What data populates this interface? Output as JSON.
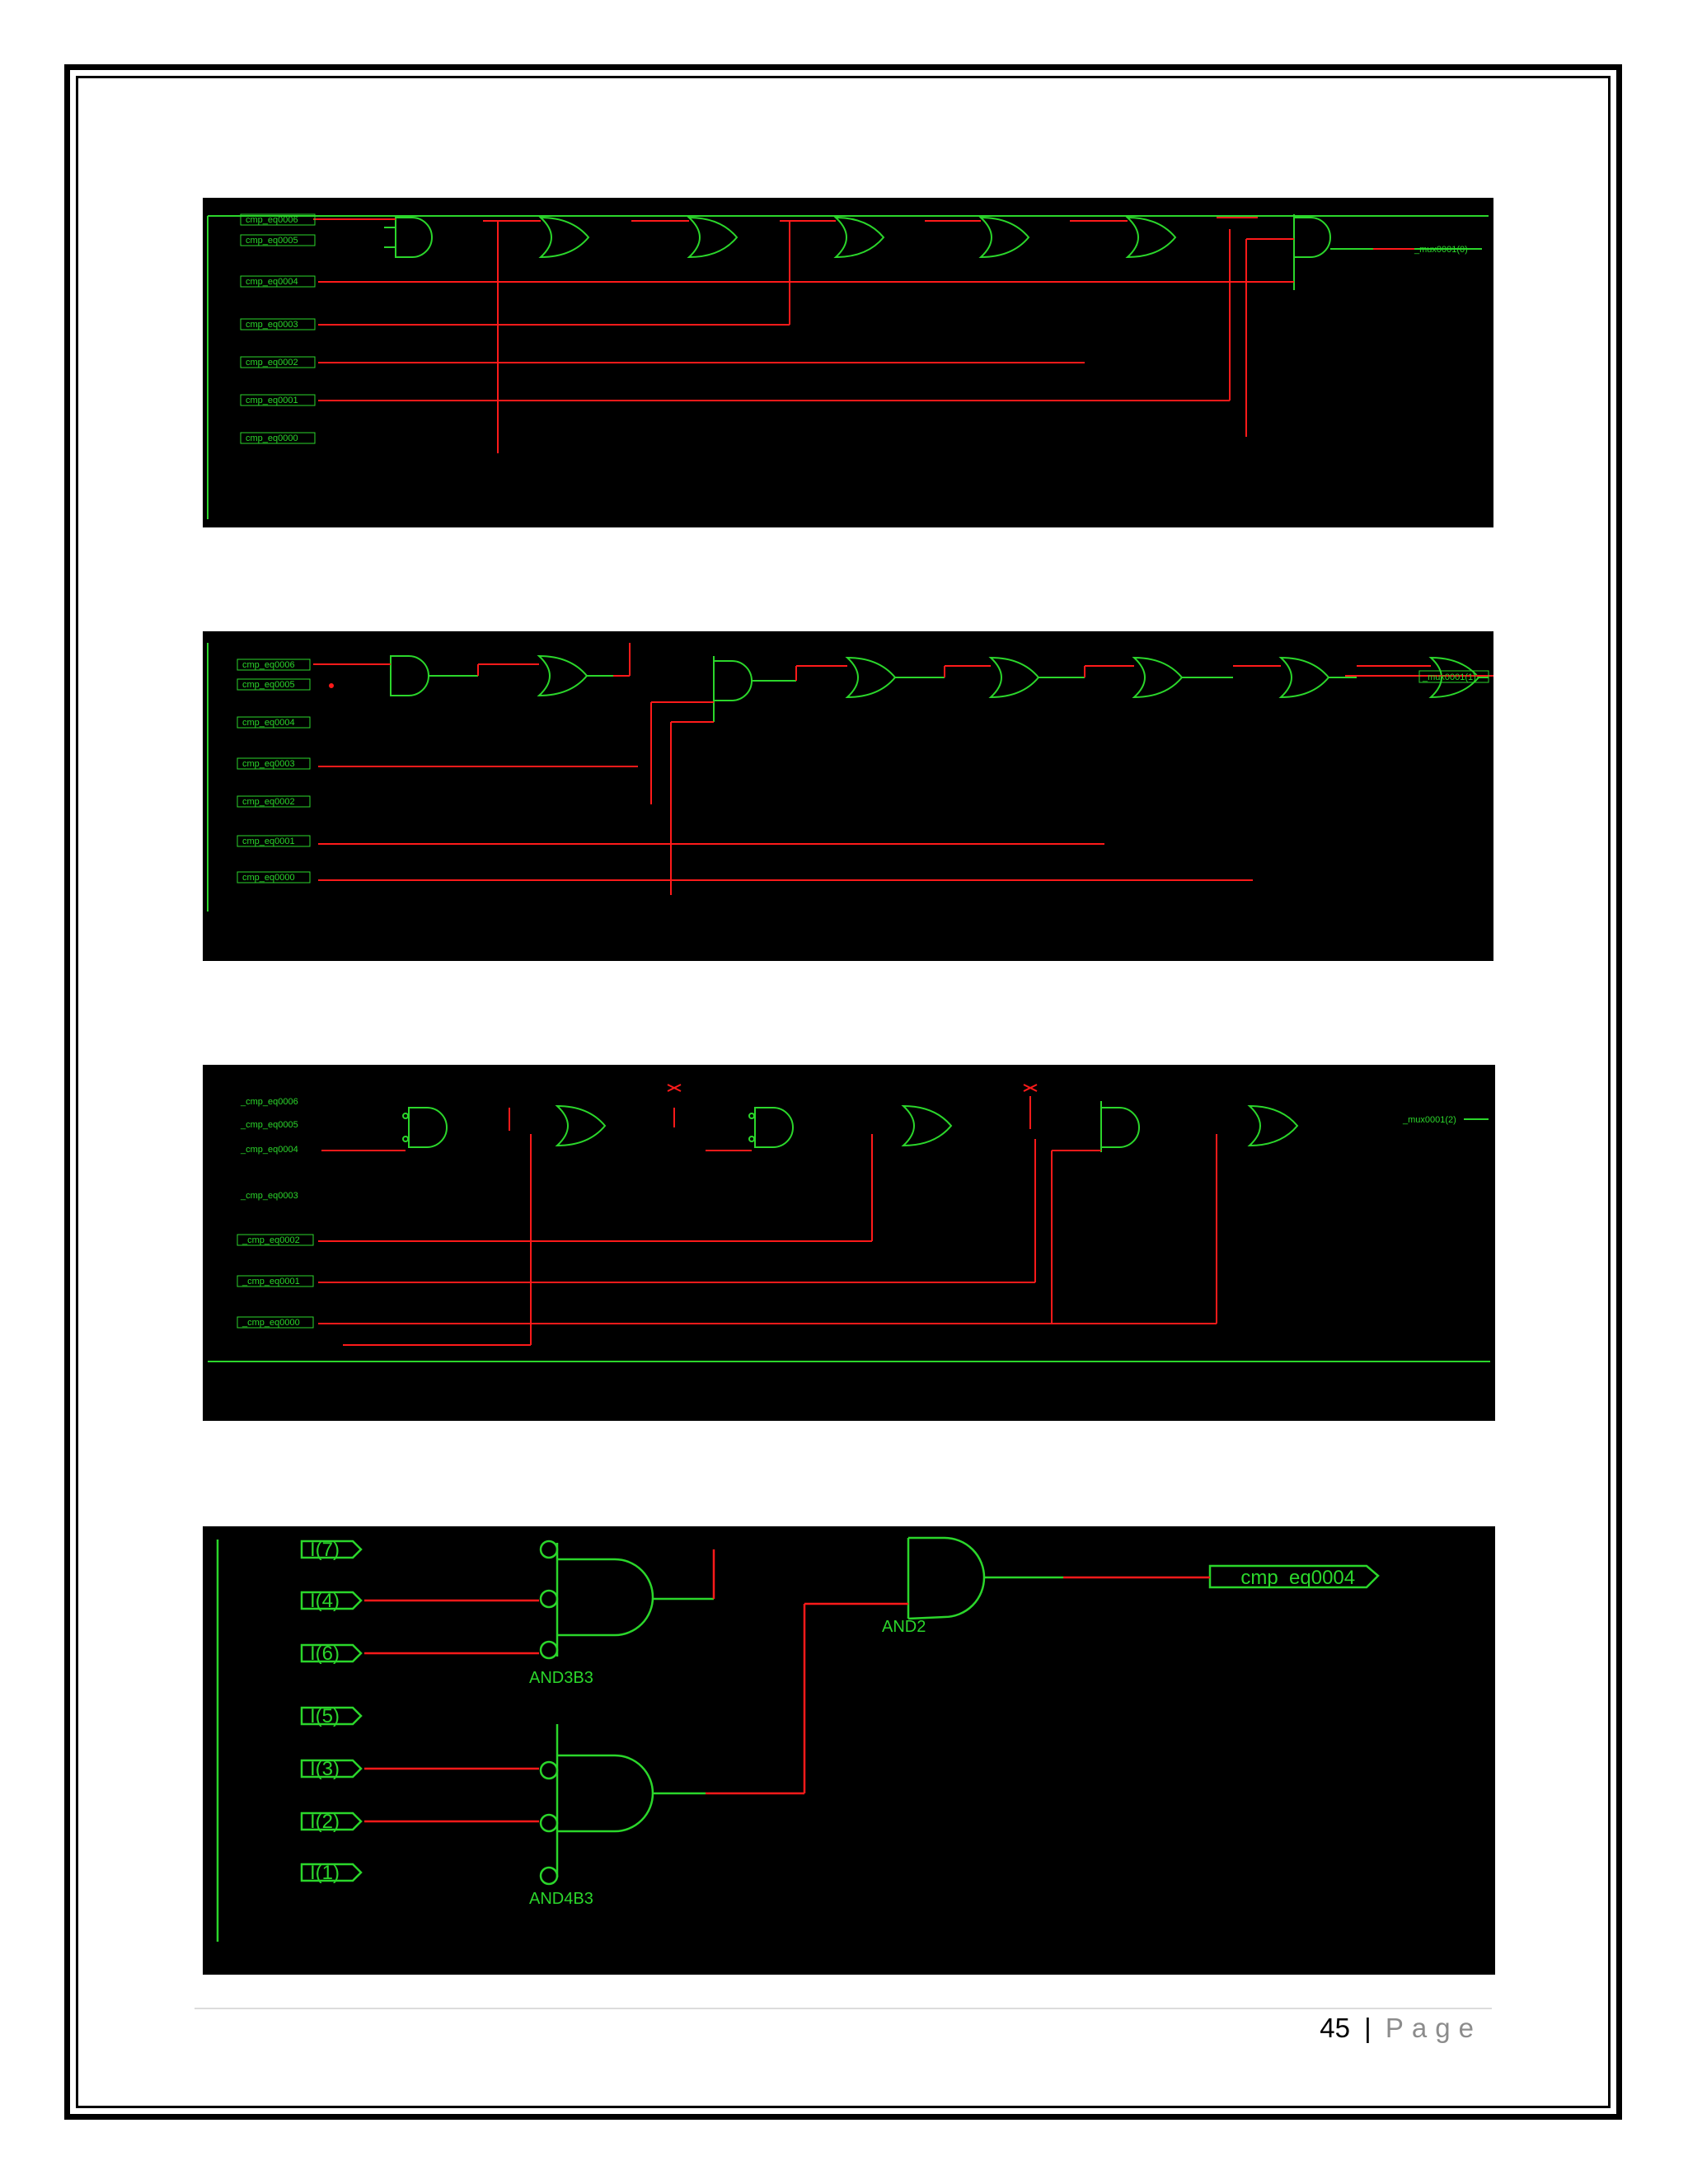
{
  "panel1": {
    "inputs": [
      "cmp_eq0006",
      "cmp_eq0005",
      "cmp_eq0004",
      "cmp_eq0003",
      "cmp_eq0002",
      "cmp_eq0001",
      "cmp_eq0000"
    ],
    "output": "_mux0001(0)"
  },
  "panel2": {
    "inputs": [
      "cmp_eq0006",
      "cmp_eq0005",
      "cmp_eq0004",
      "cmp_eq0003",
      "cmp_eq0002",
      "cmp_eq0001",
      "cmp_eq0000"
    ],
    "output": "_mux0001(1)"
  },
  "panel3": {
    "inputs": [
      "_cmp_eq0006",
      "_cmp_eq0005",
      "_cmp_eq0004",
      "_cmp_eq0003",
      "_cmp_eq0002",
      "_cmp_eq0001",
      "_cmp_eq0000"
    ],
    "output": "_mux0001(2)"
  },
  "panel4": {
    "inputs": [
      "I(7)",
      "I(4)",
      "I(6)",
      "I(5)",
      "I(3)",
      "I(2)",
      "I(1)"
    ],
    "gates": [
      "AND3B3",
      "AND4B3",
      "AND2"
    ],
    "output": "_cmp_eq0004"
  },
  "colors": {
    "wire": "#ff1a1a",
    "schematic": "#2bd62b",
    "background": "#000000"
  },
  "footer": {
    "page_number": "45",
    "separator": "|",
    "page_word": "Page"
  }
}
